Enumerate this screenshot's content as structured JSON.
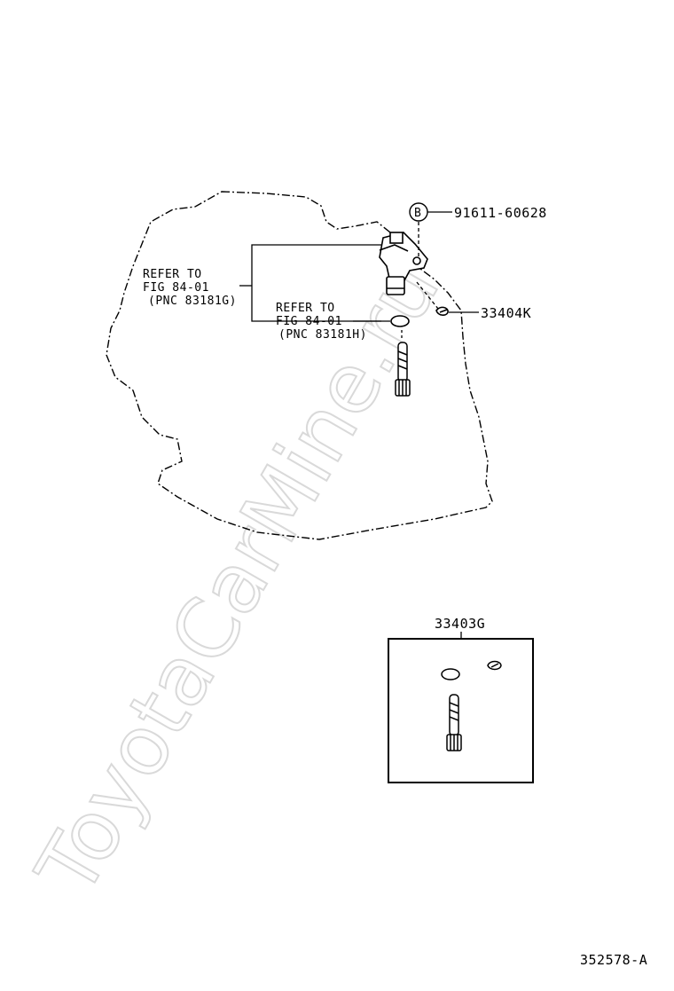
{
  "watermark": "ToyotaCarMine.ru",
  "callouts": {
    "refer_1": {
      "line1": "REFER TO",
      "line2": "FIG 84-01",
      "line3": "(PNC 83181G)"
    },
    "refer_2": {
      "line1": "REFER TO",
      "line2": "FIG 84-01",
      "line3": "(PNC 83181H)"
    },
    "bolt_marker": "B",
    "bolt_part": "91611-60628",
    "oring_part": "33404K",
    "kit_part": "33403G"
  },
  "diagram_id": "352578-A",
  "colors": {
    "line": "#000000",
    "watermark": "#d9d9d9",
    "background": "#ffffff"
  }
}
